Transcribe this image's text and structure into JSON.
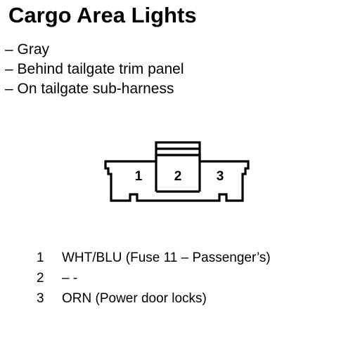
{
  "title": "Cargo Area Lights",
  "details": [
    "Gray",
    "Behind tailgate trim panel",
    "On tailgate sub-harness"
  ],
  "connector": {
    "terminals": [
      "1",
      "2",
      "3"
    ],
    "color": "#000000"
  },
  "pins": [
    {
      "number": "1",
      "description": "WHT/BLU (Fuse 11 – Passenger’s)"
    },
    {
      "number": "2",
      "description": "– -"
    },
    {
      "number": "3",
      "description": "ORN (Power door locks)"
    }
  ]
}
